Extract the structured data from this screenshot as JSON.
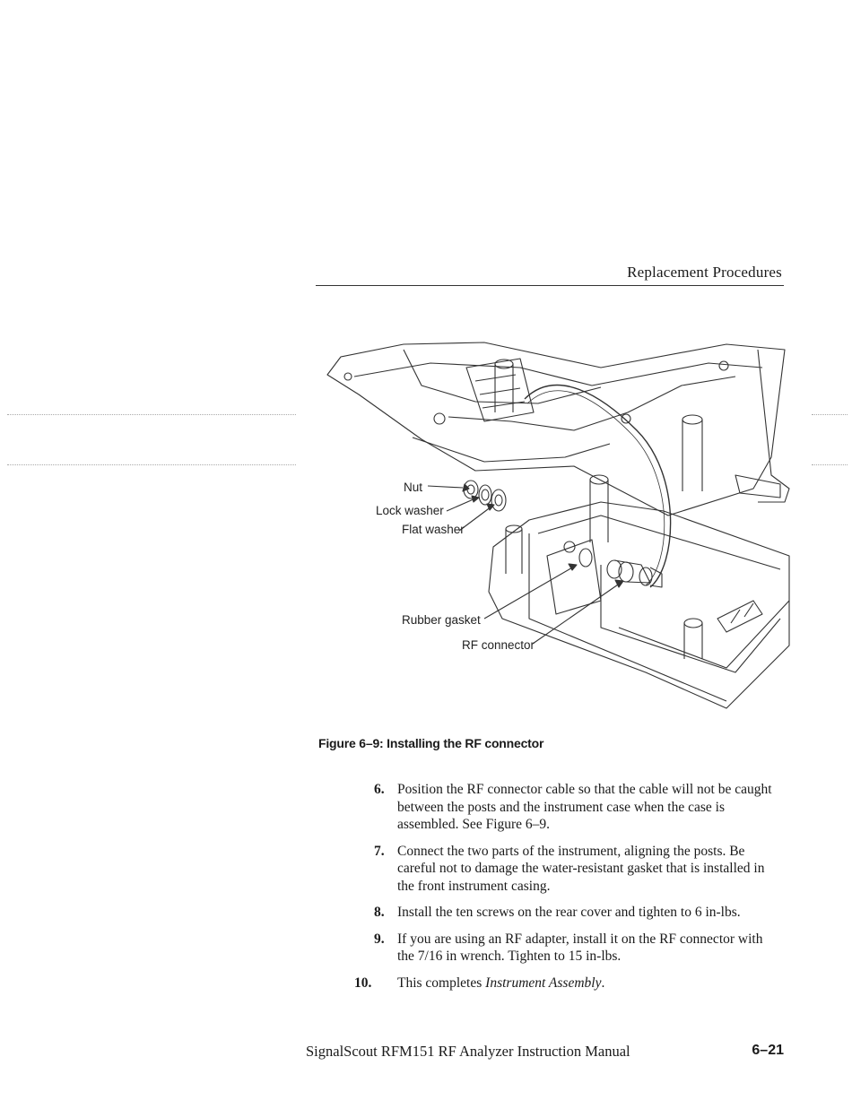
{
  "header": {
    "section_title": "Replacement Procedures"
  },
  "figure": {
    "callouts": {
      "nut": "Nut",
      "lock_washer": "Lock washer",
      "flat_washer": "Flat washer",
      "rubber_gasket": "Rubber gasket",
      "rf_connector": "RF connector"
    },
    "caption": "Figure 6–9: Installing the RF connector"
  },
  "steps": [
    {
      "number": "6.",
      "text": "Position the RF connector cable so that the cable will not be caught between the posts and the instrument case when the case is assembled. See Figure 6–9."
    },
    {
      "number": "7.",
      "text": "Connect the two parts of the instrument, aligning the posts. Be careful not to damage the water-resistant gasket that is installed in the front instrument casing."
    },
    {
      "number": "8.",
      "text": "Install the ten screws on the rear cover and tighten to 6 in-lbs."
    },
    {
      "number": "9.",
      "text": "If you are using an RF adapter, install it on the RF connector with the 7/16 in wrench. Tighten to 15 in-lbs."
    },
    {
      "number": "10.",
      "text_before": "This completes ",
      "text_italic": "Instrument Assembly",
      "text_after": "."
    }
  ],
  "footer": {
    "manual_title": "SignalScout RFM151 RF Analyzer Instruction Manual",
    "page_number": "6–21"
  }
}
